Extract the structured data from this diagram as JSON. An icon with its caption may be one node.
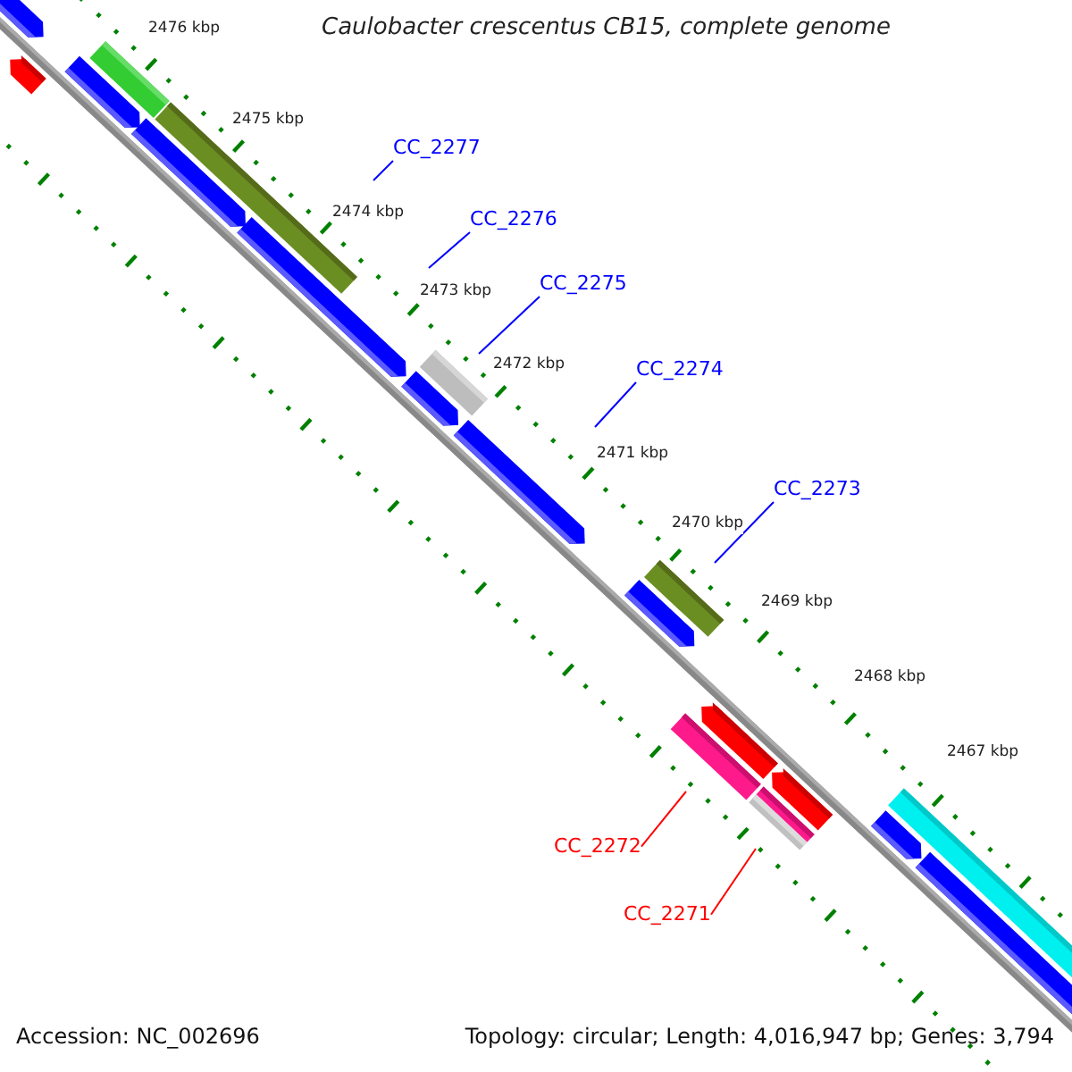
{
  "diagram": {
    "title": "Caulobacter crescentus CB15, complete genome",
    "nodes": [
      {
        "text": [
          "CC_2277"
        ]
      },
      {
        "text": [
          "CC_2276"
        ]
      },
      {
        "text": [
          "CC_2275"
        ]
      },
      {
        "text": [
          "CC_2274"
        ]
      },
      {
        "text": [
          "CC_2273"
        ]
      },
      {
        "text": [
          "CC_2272"
        ]
      },
      {
        "text": [
          "CC_2271"
        ]
      }
    ],
    "edges": [
      {
        "from": 0,
        "to": null,
        "arrow": "none"
      },
      {
        "from": 1,
        "to": null,
        "arrow": "none"
      },
      {
        "from": 2,
        "to": null,
        "arrow": "none"
      },
      {
        "from": 3,
        "to": null,
        "arrow": "none"
      },
      {
        "from": 4,
        "to": null,
        "arrow": "none"
      },
      {
        "from": 5,
        "to": null,
        "arrow": "none",
        "color": "#ff0000"
      },
      {
        "from": 6,
        "to": null,
        "arrow": "none",
        "color": "#ff0000"
      }
    ],
    "labels": [
      "2476 kbp",
      "2475 kbp",
      "2474 kbp",
      "2473 kbp",
      "2472 kbp",
      "2471 kbp",
      "2470 kbp",
      "2469 kbp",
      "2468 kbp",
      "2467 kbp",
      "Accession: NC_002696",
      "Topology: circular; Length: 4,016,947 bp; Genes: 3,794"
    ]
  }
}
